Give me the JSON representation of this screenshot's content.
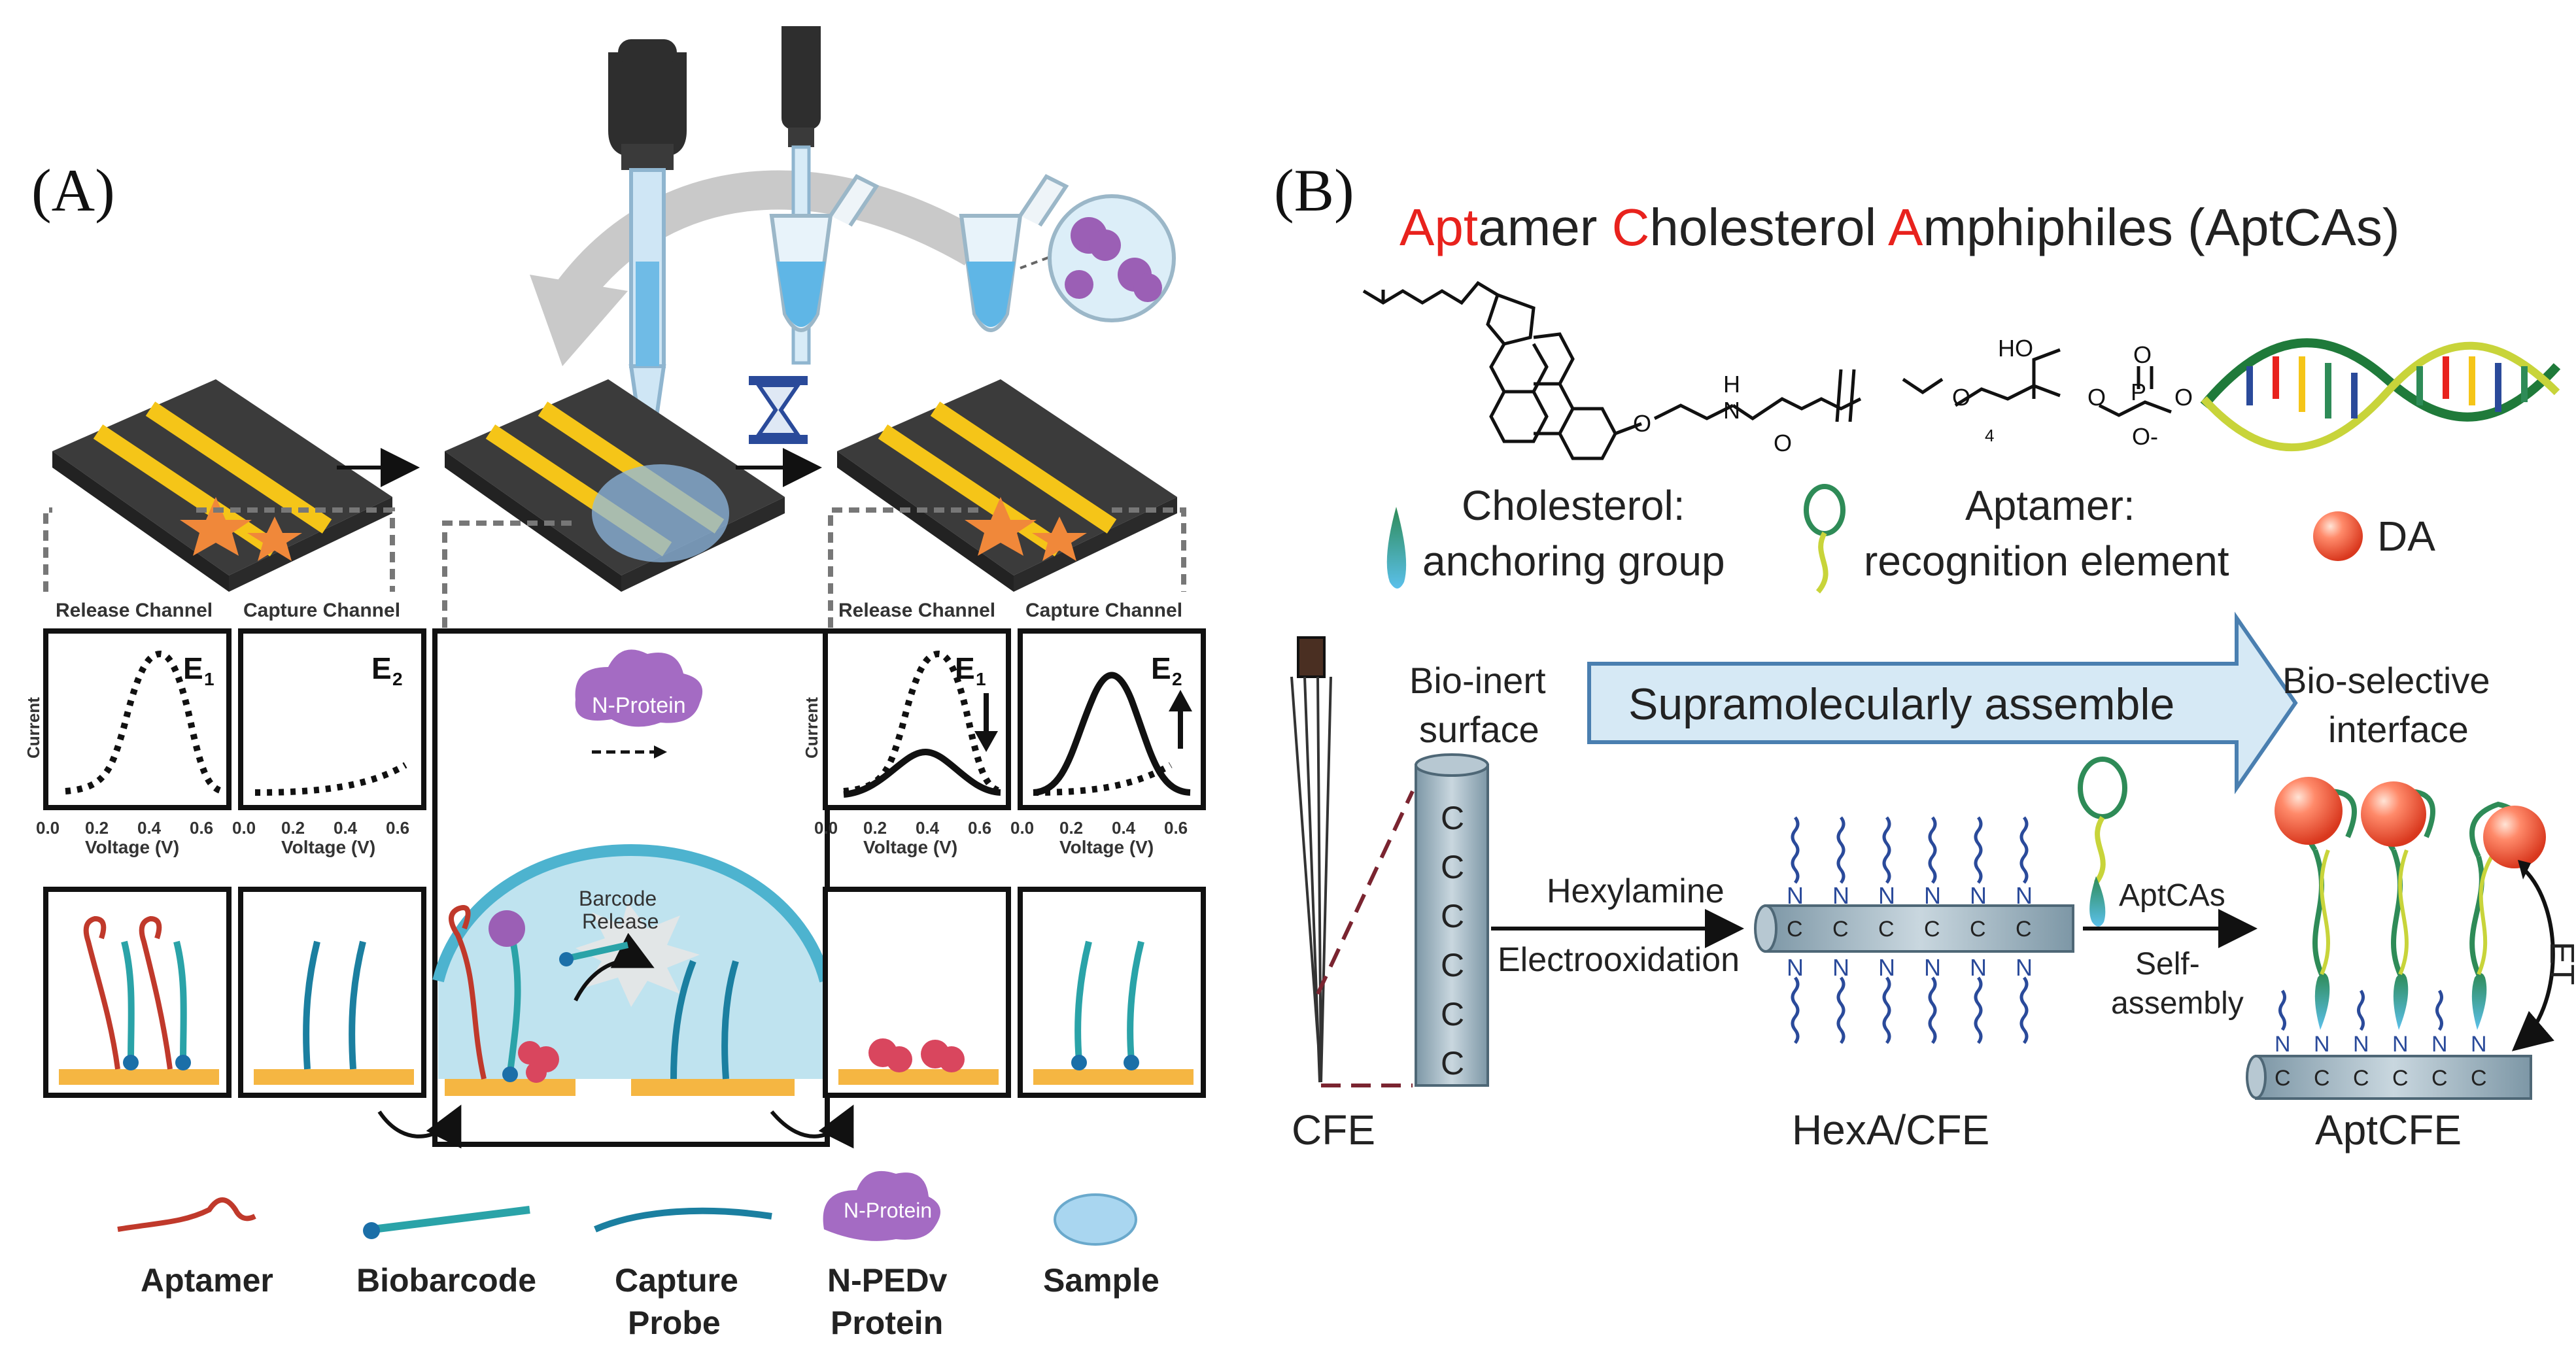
{
  "panel_a": {
    "label": "(A)",
    "release_channel": "Release Channel",
    "capture_channel": "Capture Channel",
    "release_channel_2": "Release Channel",
    "capture_channel_2": "Capture Channel",
    "y_axis": "Current",
    "y_axis_2": "Current",
    "x_axis": "Voltage (V)",
    "ticks": [
      "0.0",
      "0.2",
      "0.4",
      "0.6"
    ],
    "e1": "E",
    "e1_sub": "1",
    "e2": "E",
    "e2_sub": "2",
    "n_protein_bubble": "N-Protein",
    "barcode_release_line1": "Barcode",
    "barcode_release_line2": "Release",
    "legend": {
      "aptamer": "Aptamer",
      "biobarcode": "Biobarcode",
      "capture_probe_line1": "Capture",
      "capture_probe_line2": "Probe",
      "n_pedv_line1": "N-PEDv",
      "n_pedv_line2": "Protein",
      "n_protein_icon": "N-Protein",
      "sample": "Sample"
    }
  },
  "panel_b": {
    "label": "(B)",
    "title_parts": [
      {
        "text": "Apt",
        "red": true
      },
      {
        "text": "amer ",
        "red": false
      },
      {
        "text": "C",
        "red": true
      },
      {
        "text": "holesterol ",
        "red": false
      },
      {
        "text": "A",
        "red": true
      },
      {
        "text": "mphiphiles (AptCAs)",
        "red": false
      }
    ],
    "chem": {
      "ho": "HO",
      "o": "O",
      "h": "H",
      "n": "N",
      "p": "P",
      "sub4": "4",
      "o_minus": "O-"
    },
    "cholesterol_line1": "Cholesterol:",
    "cholesterol_line2": "anchoring group",
    "aptamer_line1": "Aptamer:",
    "aptamer_line2": "recognition element",
    "da": "DA",
    "bio_inert_line1": "Bio-inert",
    "bio_inert_line2": "surface",
    "arrow_text": "Supramolecularly assemble",
    "bio_selective_line1": "Bio-selective",
    "bio_selective_line2": "interface",
    "hexylamine": "Hexylamine",
    "electrooxidation": "Electrooxidation",
    "aptcas_small": "AptCAs",
    "self_assembly_line1": "Self-",
    "self_assembly_line2": "assembly",
    "et": "ET",
    "cfe": "CFE",
    "hexa_cfe": "HexA/CFE",
    "aptcfe": "AptCFE",
    "c_letter": "C",
    "n_letter": "N"
  },
  "colors": {
    "red": "#e8221d",
    "gold": "#f5c518",
    "teal": "#1b8fa8",
    "aptamer_red": "#c0392b",
    "purple": "#9b5fb5",
    "arrow_fill": "#d6e9f5",
    "arrow_stroke": "#4a7fb0",
    "navy": "#2a4a9a",
    "electrode": "#9eb2bf",
    "sphere": "#f0593f"
  }
}
